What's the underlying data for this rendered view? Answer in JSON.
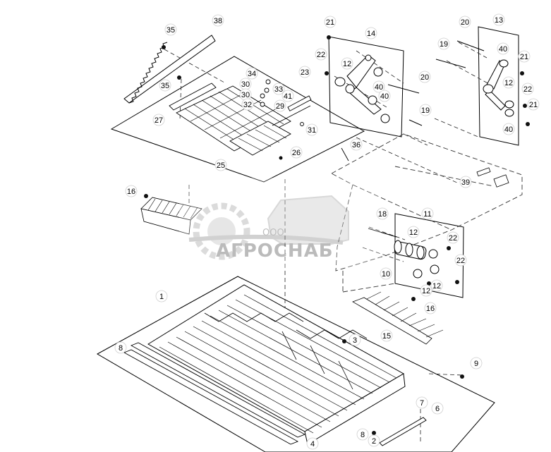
{
  "watermark": {
    "company_prefix": "ООО",
    "company_name": "АГРОСНАБ"
  },
  "callouts": [
    {
      "key": "c35a",
      "label": "35"
    },
    {
      "key": "c38",
      "label": "38"
    },
    {
      "key": "c35b",
      "label": "35"
    },
    {
      "key": "c34",
      "label": "34"
    },
    {
      "key": "c30a",
      "label": "30"
    },
    {
      "key": "c30b",
      "label": "30"
    },
    {
      "key": "c33",
      "label": "33"
    },
    {
      "key": "c32",
      "label": "32"
    },
    {
      "key": "c41",
      "label": "41"
    },
    {
      "key": "c29",
      "label": "29"
    },
    {
      "key": "c23",
      "label": "23"
    },
    {
      "key": "c27",
      "label": "27"
    },
    {
      "key": "c31",
      "label": "31"
    },
    {
      "key": "c26",
      "label": "26"
    },
    {
      "key": "c36",
      "label": "36"
    },
    {
      "key": "c25",
      "label": "25"
    },
    {
      "key": "c21a",
      "label": "21"
    },
    {
      "key": "c14",
      "label": "14"
    },
    {
      "key": "c22a",
      "label": "22"
    },
    {
      "key": "c12a",
      "label": "12"
    },
    {
      "key": "c40a",
      "label": "40"
    },
    {
      "key": "c40b",
      "label": "40"
    },
    {
      "key": "c20a",
      "label": "20"
    },
    {
      "key": "c19a",
      "label": "19"
    },
    {
      "key": "c20b",
      "label": "20"
    },
    {
      "key": "c13",
      "label": "13"
    },
    {
      "key": "c19b",
      "label": "19"
    },
    {
      "key": "c40c",
      "label": "40"
    },
    {
      "key": "c21b",
      "label": "21"
    },
    {
      "key": "c12b",
      "label": "12"
    },
    {
      "key": "c22b",
      "label": "22"
    },
    {
      "key": "c21c",
      "label": "21"
    },
    {
      "key": "c40d",
      "label": "40"
    },
    {
      "key": "c39",
      "label": "39"
    },
    {
      "key": "c16a",
      "label": "16"
    },
    {
      "key": "c18",
      "label": "18"
    },
    {
      "key": "c11",
      "label": "11"
    },
    {
      "key": "c12c",
      "label": "12"
    },
    {
      "key": "c22c",
      "label": "22"
    },
    {
      "key": "c22d",
      "label": "22"
    },
    {
      "key": "c10",
      "label": "10"
    },
    {
      "key": "c12d",
      "label": "12"
    },
    {
      "key": "c12e",
      "label": "12"
    },
    {
      "key": "c16b",
      "label": "16"
    },
    {
      "key": "c15",
      "label": "15"
    },
    {
      "key": "c1",
      "label": "1"
    },
    {
      "key": "c3",
      "label": "3"
    },
    {
      "key": "c8a",
      "label": "8"
    },
    {
      "key": "c9",
      "label": "9"
    },
    {
      "key": "c7",
      "label": "7"
    },
    {
      "key": "c6",
      "label": "6"
    },
    {
      "key": "c8b",
      "label": "8"
    },
    {
      "key": "c2",
      "label": "2"
    },
    {
      "key": "c4",
      "label": "4"
    }
  ]
}
